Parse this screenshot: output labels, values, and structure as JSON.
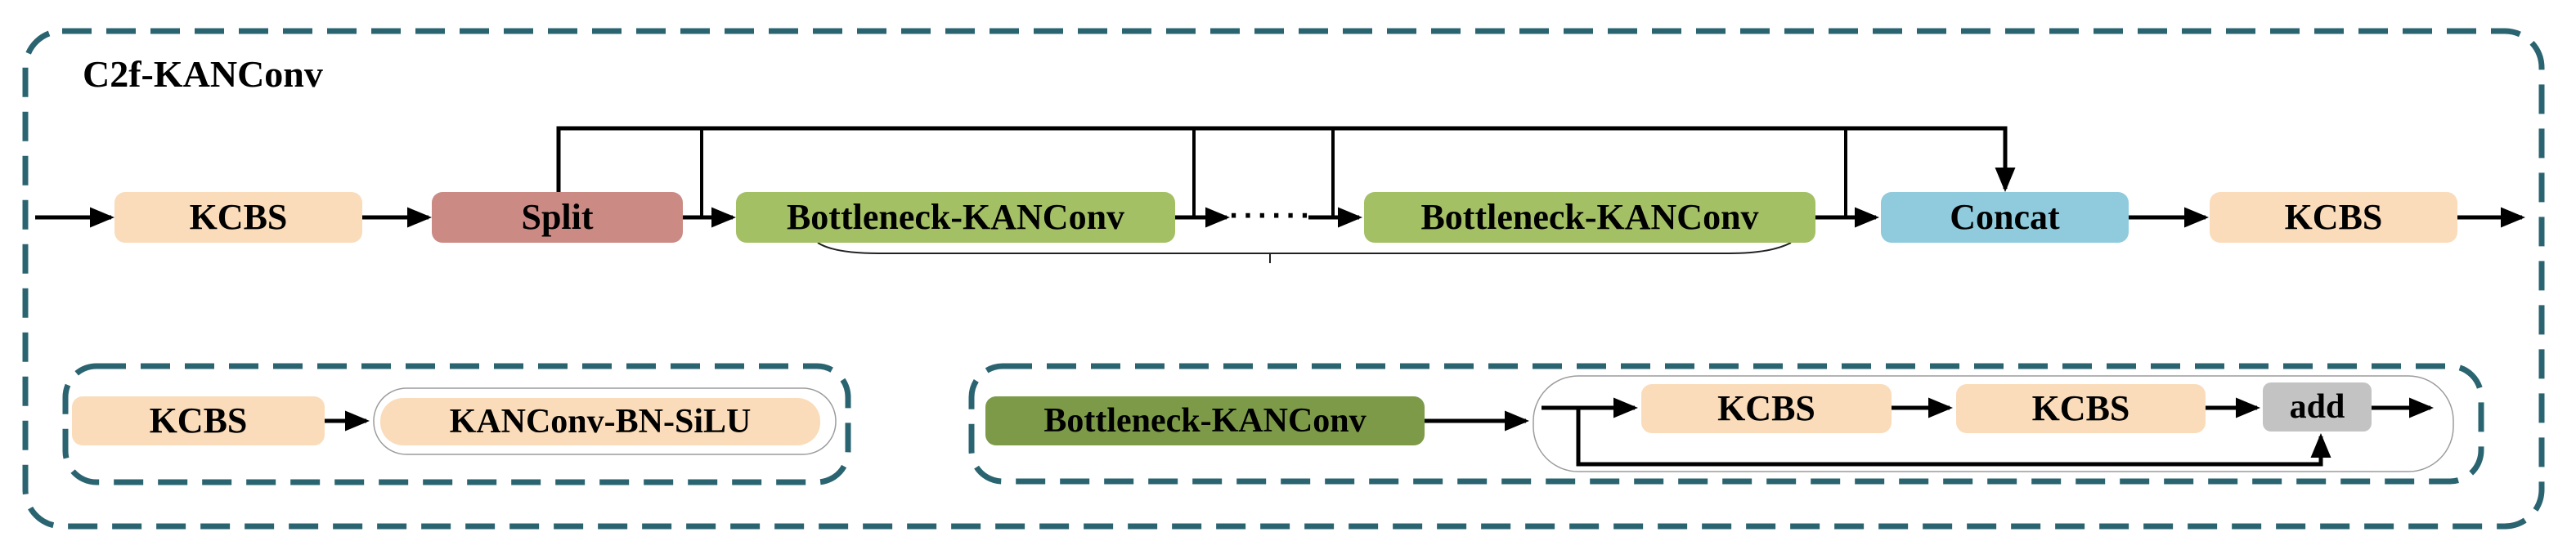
{
  "title": "C2f-KANConv",
  "colors": {
    "frame": "#2B6471",
    "kcbs": "#FADCBA",
    "split": "#CB8A84",
    "bottleneck": "#A4C065",
    "bottleneck_dark": "#7C9A47",
    "concat": "#8FCBDD",
    "add": "#C3C3C3",
    "inner_border": "#9C9C9C",
    "line": "#000000"
  },
  "main_flow": {
    "nodes": [
      {
        "label": "KCBS"
      },
      {
        "label": "Split"
      },
      {
        "label": "Bottleneck-KANConv"
      },
      {
        "label": "······"
      },
      {
        "label": "Bottleneck-KANConv"
      },
      {
        "label": "Concat"
      },
      {
        "label": "KCBS"
      }
    ]
  },
  "kcbs_detail": {
    "nodes": [
      {
        "label": "KCBS"
      },
      {
        "label": "KANConv-BN-SiLU"
      }
    ]
  },
  "bottleneck_detail": {
    "nodes": [
      {
        "label": "Bottleneck-KANConv"
      },
      {
        "label": "KCBS"
      },
      {
        "label": "KCBS"
      },
      {
        "label": "add"
      }
    ]
  }
}
